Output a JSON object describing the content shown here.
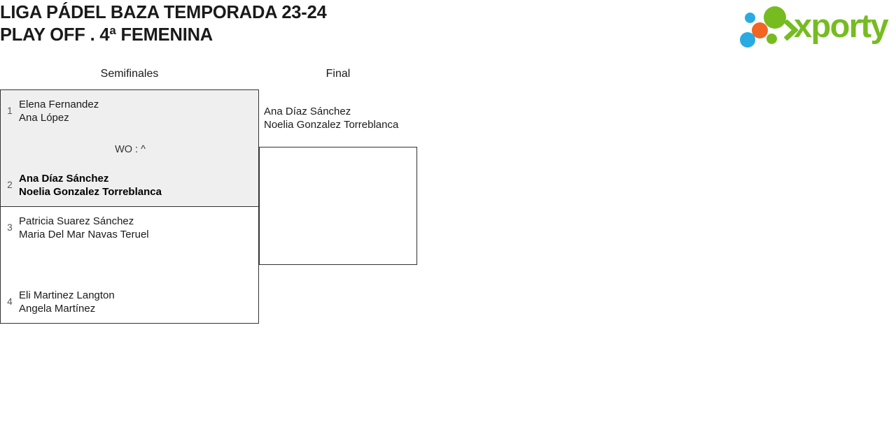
{
  "title": {
    "line1": "LIGA PÁDEL BAZA TEMPORADA 23-24",
    "line2": "PLAY OFF . 4ª FEMENINA"
  },
  "logo": {
    "wordmark": "xporty",
    "colors": {
      "green": "#76bc21",
      "blue": "#29abe2",
      "orange": "#f26522"
    }
  },
  "bracket": {
    "rounds": [
      {
        "name": "semifinales",
        "label": "Semifinales"
      },
      {
        "name": "final",
        "label": "Final"
      }
    ],
    "semifinals": [
      {
        "highlighted": true,
        "score": "WO : ^",
        "teams": [
          {
            "seed": "1",
            "winner": false,
            "player1": "Elena Fernandez",
            "player2": "Ana López"
          },
          {
            "seed": "2",
            "winner": true,
            "player1": "Ana Díaz Sánchez",
            "player2": "Noelia Gonzalez Torreblanca"
          }
        ]
      },
      {
        "highlighted": false,
        "score": "",
        "teams": [
          {
            "seed": "3",
            "winner": false,
            "player1": "Patricia Suarez Sánchez",
            "player2": "Maria Del Mar Navas Teruel"
          },
          {
            "seed": "4",
            "winner": false,
            "player1": "Eli Martinez Langton",
            "player2": "Angela Martínez"
          }
        ]
      }
    ],
    "final": {
      "qualified_team": {
        "player1": "Ana Díaz Sánchez",
        "player2": "Noelia Gonzalez Torreblanca"
      },
      "score": "",
      "teams": []
    }
  }
}
